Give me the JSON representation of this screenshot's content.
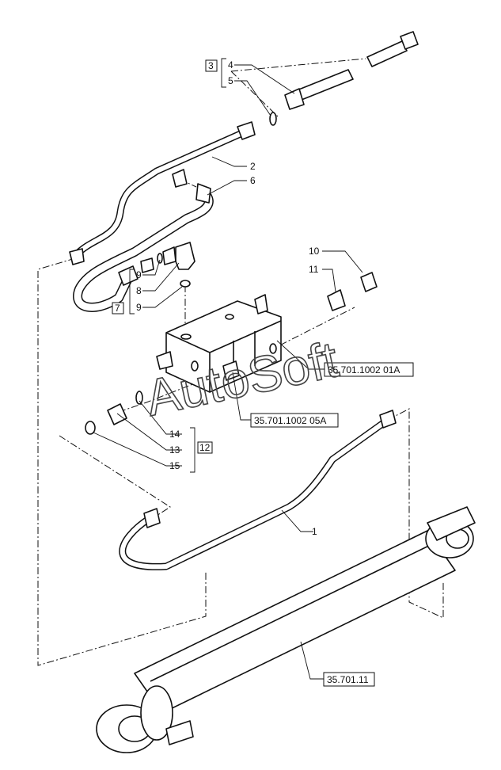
{
  "callouts": {
    "c1": "1",
    "c2": "2",
    "c3": "3",
    "c4": "4",
    "c5": "5",
    "c6": "6",
    "c7": "7",
    "c8": "8",
    "c9a": "9",
    "c9b": "9",
    "c10": "10",
    "c11": "11",
    "c12": "12",
    "c13": "13",
    "c14": "14",
    "c15": "15"
  },
  "references": {
    "valve_top": "35.701.1002 01A",
    "valve_bottom": "35.701.1002 05A",
    "cylinder": "35.701.11"
  },
  "watermark": "AutoSoft"
}
